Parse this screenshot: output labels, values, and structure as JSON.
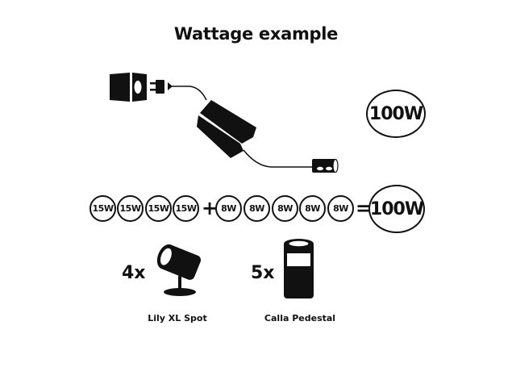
{
  "title": "Wattage example",
  "power_rating": "100W",
  "equation": {
    "group_a": [
      "15W",
      "15W",
      "15W",
      "15W"
    ],
    "plus": "+",
    "group_b": [
      "8W",
      "8W",
      "8W",
      "8W",
      "8W"
    ],
    "equals": "=",
    "total": "100W"
  },
  "products": [
    {
      "count": "4x",
      "name": "Lily XL Spot",
      "icon": "spotlight-icon"
    },
    {
      "count": "5x",
      "name": "Calla Pedestal",
      "icon": "pedestal-light-icon"
    }
  ],
  "diagram": {
    "components": [
      "wall-socket-icon",
      "plug-icon",
      "power-adapter-icon",
      "connector-icon"
    ]
  }
}
